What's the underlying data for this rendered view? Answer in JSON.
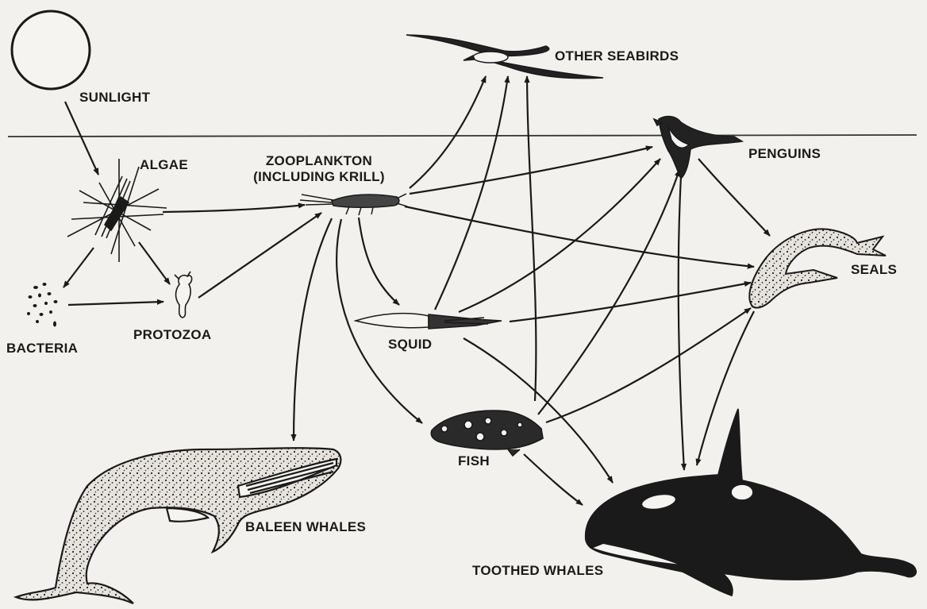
{
  "labels": {
    "sunlight": "SUNLIGHT",
    "algae": "ALGAE",
    "zooplankton_line1": "ZOOPLANKTON",
    "zooplankton_line2": "(INCLUDING KRILL)",
    "other_seabirds": "OTHER SEABIRDS",
    "penguins": "PENGUINS",
    "seals": "SEALS",
    "bacteria": "BACTERIA",
    "protozoa": "PROTOZOA",
    "squid": "SQUID",
    "fish": "FISH",
    "baleen_whales": "BALEEN WHALES",
    "toothed_whales": "TOOTHED WHALES"
  },
  "links": [
    {
      "from": "sunlight",
      "to": "algae"
    },
    {
      "from": "algae",
      "to": "zooplankton"
    },
    {
      "from": "algae",
      "to": "bacteria"
    },
    {
      "from": "algae",
      "to": "protozoa"
    },
    {
      "from": "bacteria",
      "to": "protozoa"
    },
    {
      "from": "protozoa",
      "to": "zooplankton"
    },
    {
      "from": "zooplankton",
      "to": "other seabirds"
    },
    {
      "from": "zooplankton",
      "to": "penguins"
    },
    {
      "from": "zooplankton",
      "to": "seals"
    },
    {
      "from": "zooplankton",
      "to": "squid"
    },
    {
      "from": "zooplankton",
      "to": "fish"
    },
    {
      "from": "zooplankton",
      "to": "baleen whales"
    },
    {
      "from": "squid",
      "to": "other seabirds"
    },
    {
      "from": "squid",
      "to": "penguins"
    },
    {
      "from": "squid",
      "to": "seals"
    },
    {
      "from": "squid",
      "to": "toothed whales"
    },
    {
      "from": "fish",
      "to": "other seabirds"
    },
    {
      "from": "fish",
      "to": "penguins"
    },
    {
      "from": "fish",
      "to": "seals"
    },
    {
      "from": "fish",
      "to": "toothed whales"
    },
    {
      "from": "penguins",
      "to": "seals"
    },
    {
      "from": "penguins",
      "to": "toothed whales"
    },
    {
      "from": "seals",
      "to": "toothed whales"
    }
  ]
}
